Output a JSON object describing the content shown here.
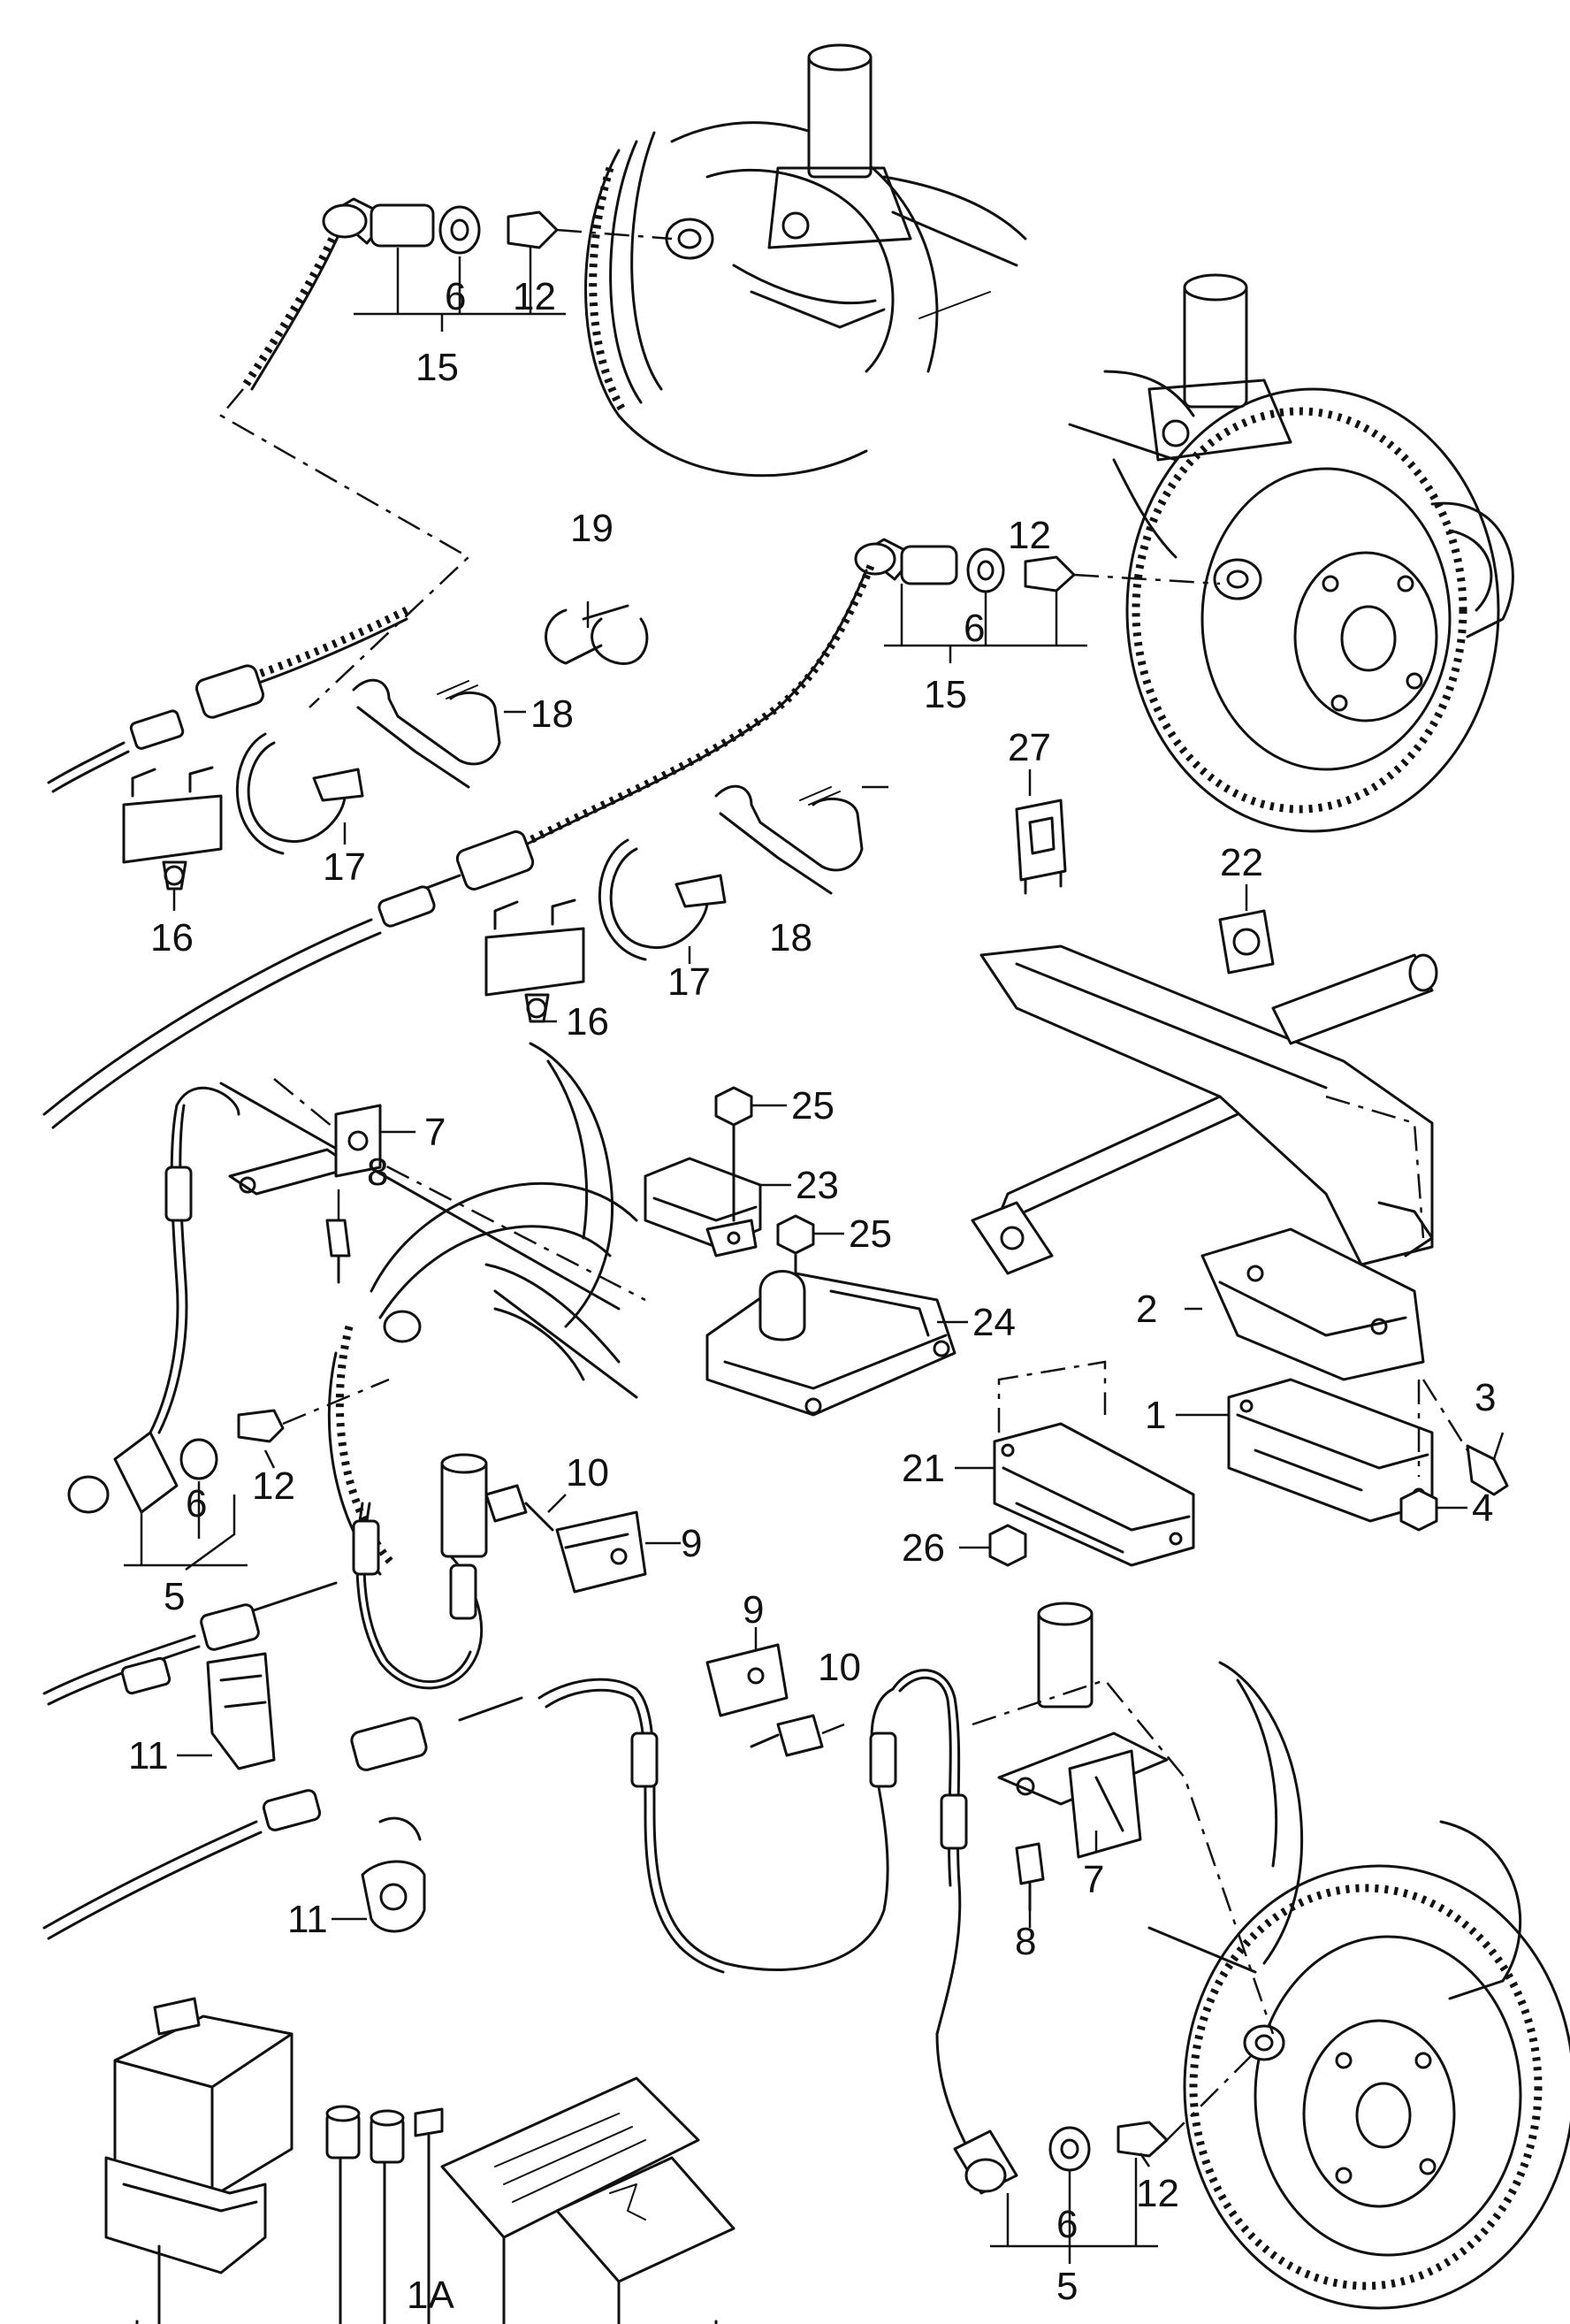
{
  "callouts": {
    "c1": "1",
    "c1A": "1A",
    "c2": "2",
    "c3": "3",
    "c4": "4",
    "c5_left": "5",
    "c5_right": "5",
    "c6_top": "6",
    "c6_mid": "6",
    "c6_left": "6",
    "c6_right": "6",
    "c7_top": "7",
    "c7_bottom": "7",
    "c8_top": "8",
    "c8_bottom": "8",
    "c9_top": "9",
    "c9_mid": "9",
    "c10_top": "10",
    "c10_mid": "10",
    "c11_top": "11",
    "c11_bottom": "11",
    "c12_top": "12",
    "c12_mid": "12",
    "c12_left": "12",
    "c12_right": "12",
    "c15_top": "15",
    "c15_mid": "15",
    "c16_left": "16",
    "c16_mid": "16",
    "c17_left": "17",
    "c17_mid": "17",
    "c18_left": "18",
    "c18_mid": "18",
    "c19": "19",
    "c21": "21",
    "c22": "22",
    "c23": "23",
    "c24": "24",
    "c25_top": "25",
    "c25_bottom": "25",
    "c26": "26",
    "c27": "27"
  },
  "colors": {
    "ink": "#111111",
    "paper": "#ffffff"
  }
}
